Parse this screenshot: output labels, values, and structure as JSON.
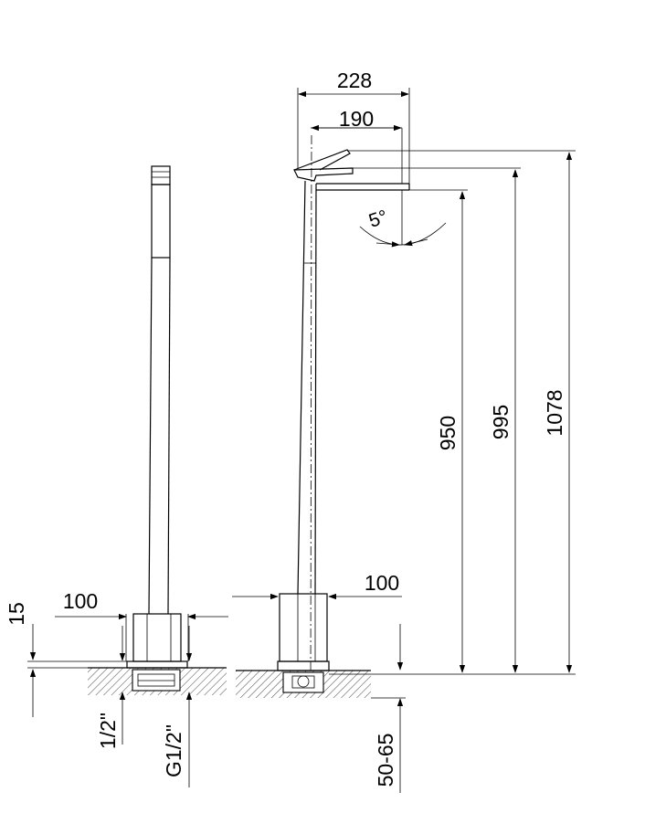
{
  "dimensions": {
    "overall_reach": "228",
    "spout_reach": "190",
    "spout_angle": "5°",
    "height_outlet": "950",
    "height_lever": "995",
    "height_total": "1078",
    "side_base_width": "100",
    "front_base_width": "100",
    "plate_thickness": "15",
    "connection_left": "1/2\"",
    "connection_right": "G1/2\"",
    "installation_depth": "50-65"
  },
  "colors": {
    "line": "#000000",
    "background": "#ffffff",
    "hatch": "#555555"
  }
}
